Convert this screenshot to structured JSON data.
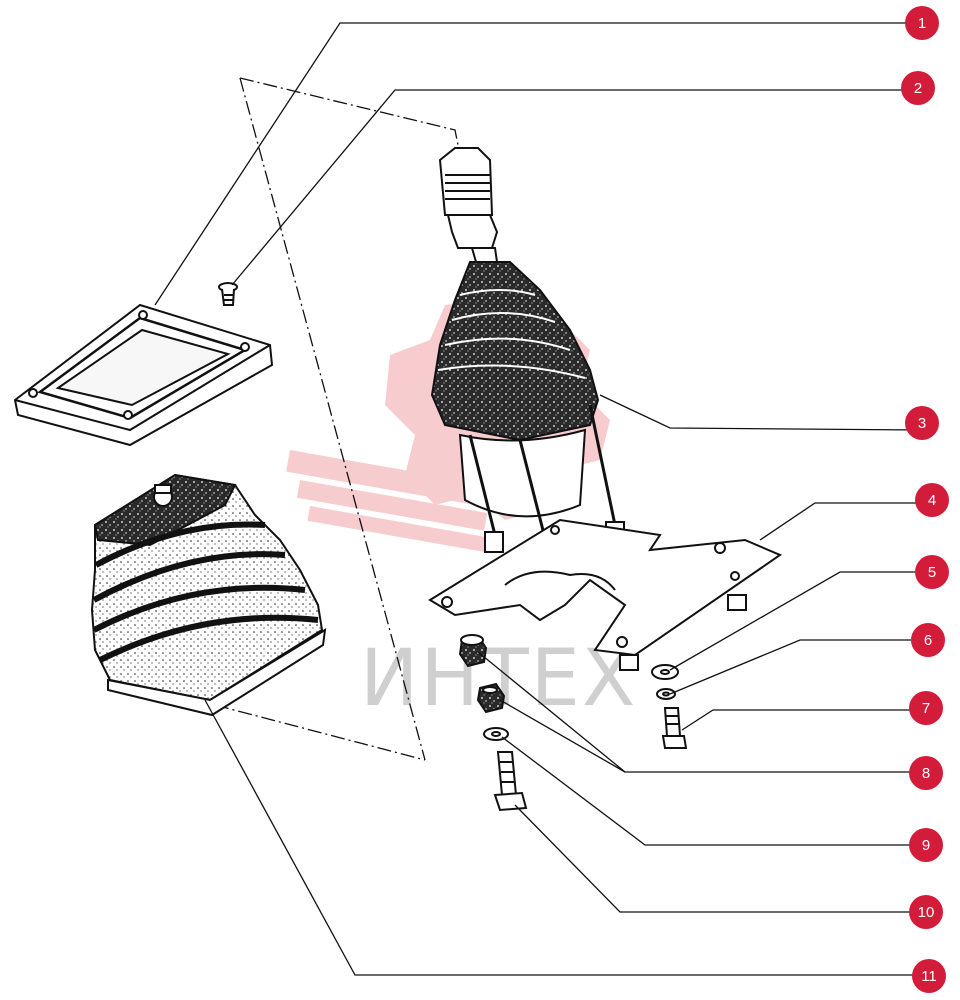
{
  "watermark": {
    "text": "ИНТЕХ",
    "color": "#f2a3a8"
  },
  "colors": {
    "callout_fill": "#d31c3a",
    "ink": "#111111",
    "paper": "#ffffff"
  },
  "callouts": [
    {
      "num": "1",
      "part": "cover-plate"
    },
    {
      "num": "2",
      "part": "cover-screw"
    },
    {
      "num": "3",
      "part": "joystick-assembly"
    },
    {
      "num": "4",
      "part": "mounting-bracket"
    },
    {
      "num": "5",
      "part": "washer"
    },
    {
      "num": "6",
      "part": "lock-washer"
    },
    {
      "num": "7",
      "part": "bracket-bolt"
    },
    {
      "num": "8",
      "part": "nut"
    },
    {
      "num": "9",
      "part": "washer"
    },
    {
      "num": "10",
      "part": "bolt"
    },
    {
      "num": "11",
      "part": "rubber-boot"
    }
  ]
}
